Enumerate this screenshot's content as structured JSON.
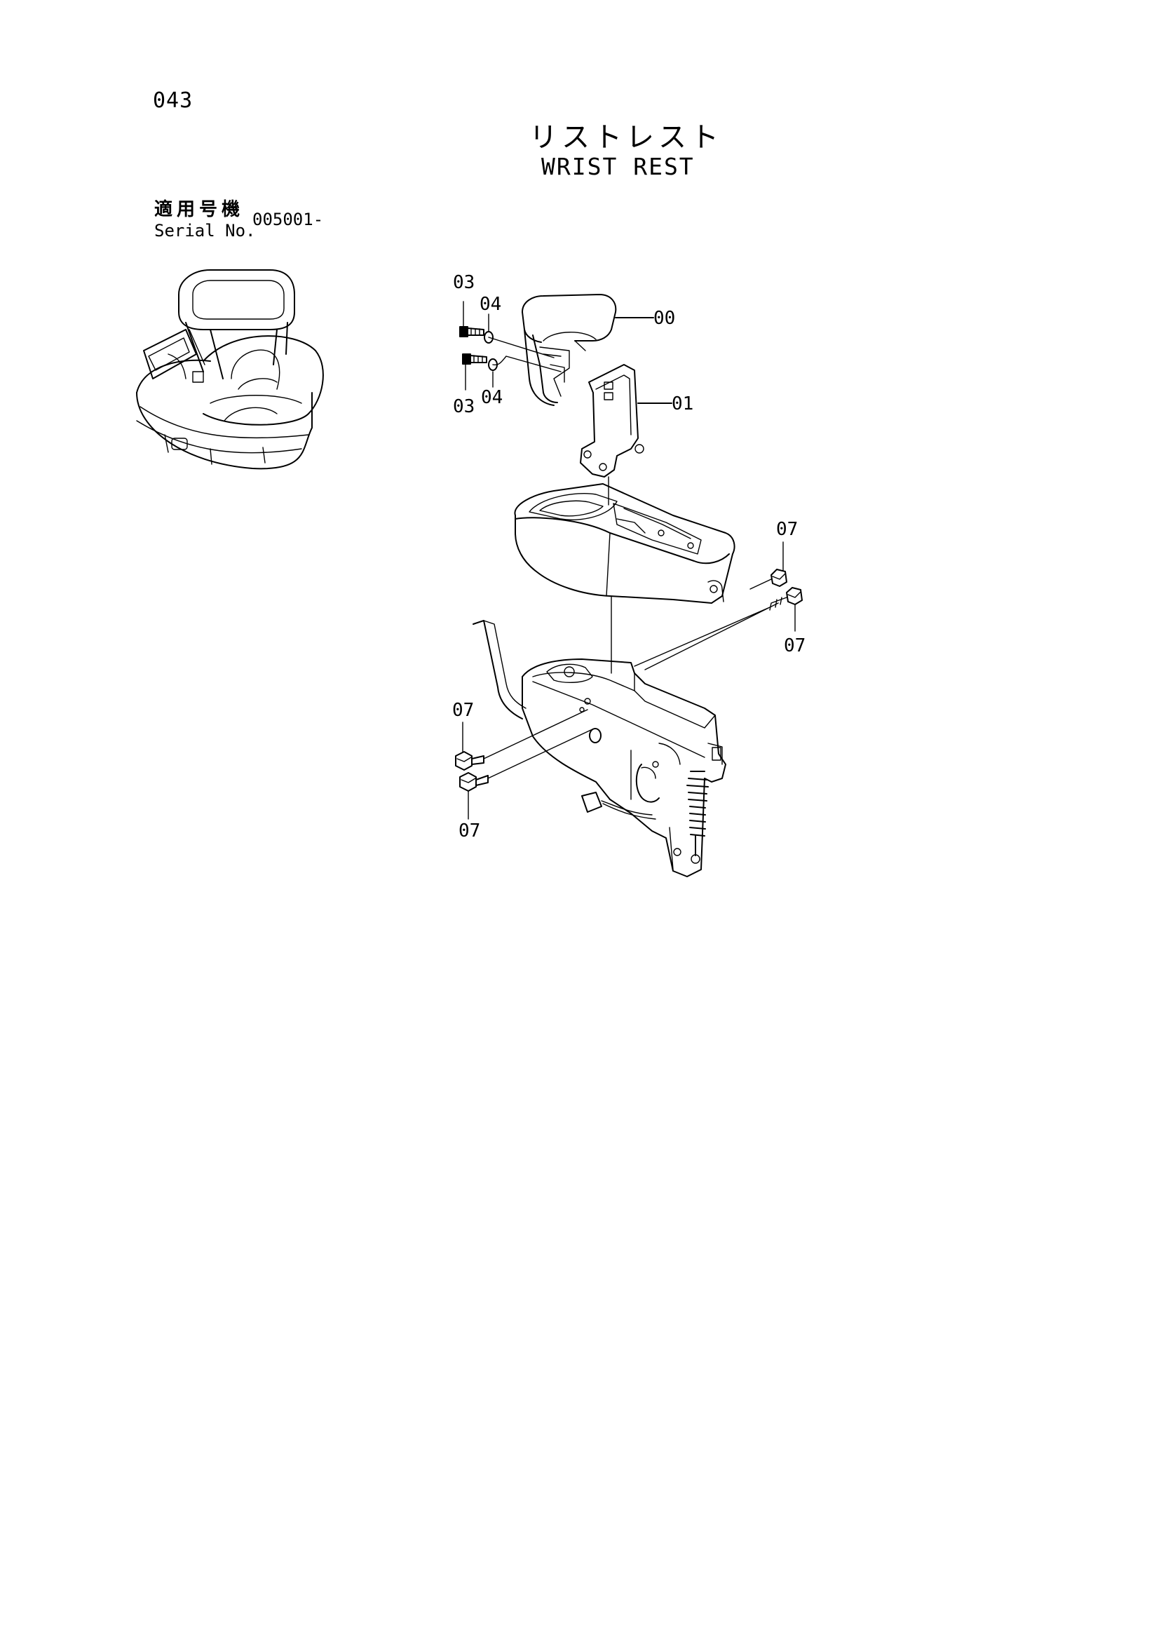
{
  "page": {
    "number": "043",
    "title_jp": "リストレスト",
    "title_en": "WRIST REST"
  },
  "serial": {
    "label_jp": "適用号機",
    "label_en": "Serial No.",
    "value": "005001-"
  },
  "callouts": {
    "c00": "00",
    "c01": "01",
    "c03_top": "03",
    "c03_bottom": "03",
    "c04_top": "04",
    "c04_bottom": "04",
    "c07_right_top": "07",
    "c07_right_bottom": "07",
    "c07_left_top": "07",
    "c07_left_bottom": "07"
  }
}
